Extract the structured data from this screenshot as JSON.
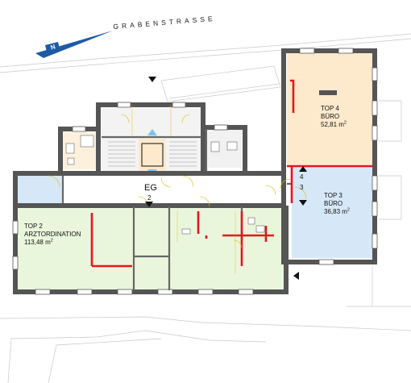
{
  "street_name": "GRABENSTRASSE",
  "north_label": "N",
  "floor_label": "EG",
  "stair_numbers": [
    "2",
    "3",
    "4"
  ],
  "units": [
    {
      "name": "TOP 4",
      "use": "BÜRO",
      "area": "52,81 m",
      "area_unit_sup": "2",
      "color": "#fde9cc"
    },
    {
      "name": "TOP 3",
      "use": "BÜRO",
      "area": "36,83 m",
      "area_unit_sup": "2",
      "color": "#d6e8f7"
    },
    {
      "name": "TOP 2",
      "use": "ARZTORDINATION",
      "area": "113,48 m",
      "area_unit_sup": "2",
      "color": "#eaf6dc"
    }
  ],
  "colors": {
    "wall": "#555555",
    "partition_red": "#e8151b",
    "north_arrow": "#1d5aa8",
    "corridor": "#ffffff",
    "stair_blue": "#7ec3ec"
  }
}
